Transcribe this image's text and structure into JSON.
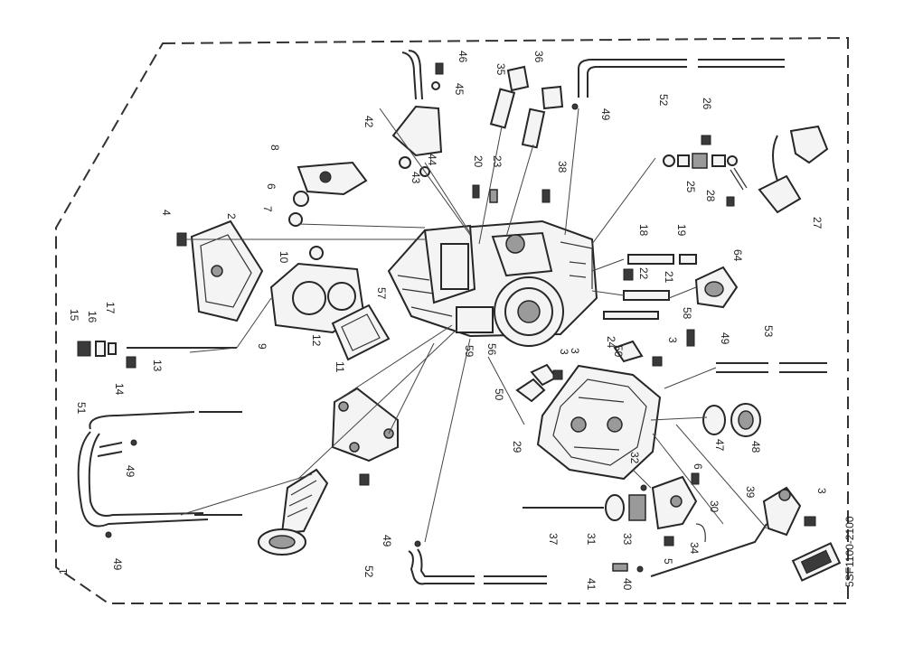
{
  "diagram": {
    "drawing_code": "5SF1100-2100",
    "callouts": [
      "1",
      "2",
      "3",
      "3",
      "3",
      "3",
      "4",
      "5",
      "6",
      "6",
      "7",
      "8",
      "9",
      "10",
      "11",
      "12",
      "13",
      "14",
      "15",
      "16",
      "17",
      "18",
      "19",
      "20",
      "21",
      "22",
      "23",
      "24",
      "25",
      "26",
      "27",
      "28",
      "29",
      "30",
      "31",
      "32",
      "33",
      "34",
      "35",
      "36",
      "37",
      "38",
      "39",
      "40",
      "41",
      "42",
      "43",
      "44",
      "45",
      "46",
      "47",
      "48",
      "49",
      "49",
      "49",
      "49",
      "49",
      "50",
      "50",
      "51",
      "52",
      "52",
      "53",
      "56",
      "57",
      "58",
      "59",
      "64"
    ]
  }
}
